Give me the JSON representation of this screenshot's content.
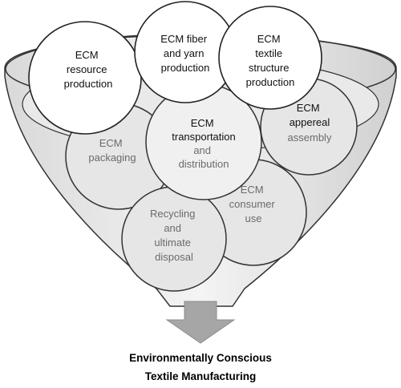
{
  "stages": {
    "resource_production": {
      "line1": "ECM",
      "line2": "resource",
      "line3": "production"
    },
    "fiber_yarn_production": {
      "line1": "ECM fiber",
      "line2": "and yarn",
      "line3": "production"
    },
    "textile_structure_production": {
      "line1": "ECM",
      "line2": "textile",
      "line3": "structure",
      "line4": "production"
    },
    "apparel_assembly": {
      "line1": "ECM",
      "line2": "appereal",
      "line3": "assembly"
    },
    "transportation_distribution": {
      "line1": "ECM",
      "line2": "transportation",
      "line3": "and",
      "line4": "distribution"
    },
    "packaging": {
      "line1": "ECM",
      "line2": "packaging"
    },
    "consumer_use": {
      "line1": "ECM",
      "line2": "consumer",
      "line3": "use"
    },
    "recycling_disposal": {
      "line1": "Recycling",
      "line2": "and",
      "line3": "ultimate",
      "line4": "disposal"
    }
  },
  "outcome": {
    "line1": "Environmentally Conscious",
    "line2": "Textile Manufacturing"
  },
  "colors": {
    "funnel_light": "#f2f2f2",
    "funnel_dark": "#cfcfcf",
    "circle_white": "#ffffff",
    "circle_gray": "#e6e6e6",
    "outline": "#333333",
    "arrow": "#a6a6a6"
  }
}
